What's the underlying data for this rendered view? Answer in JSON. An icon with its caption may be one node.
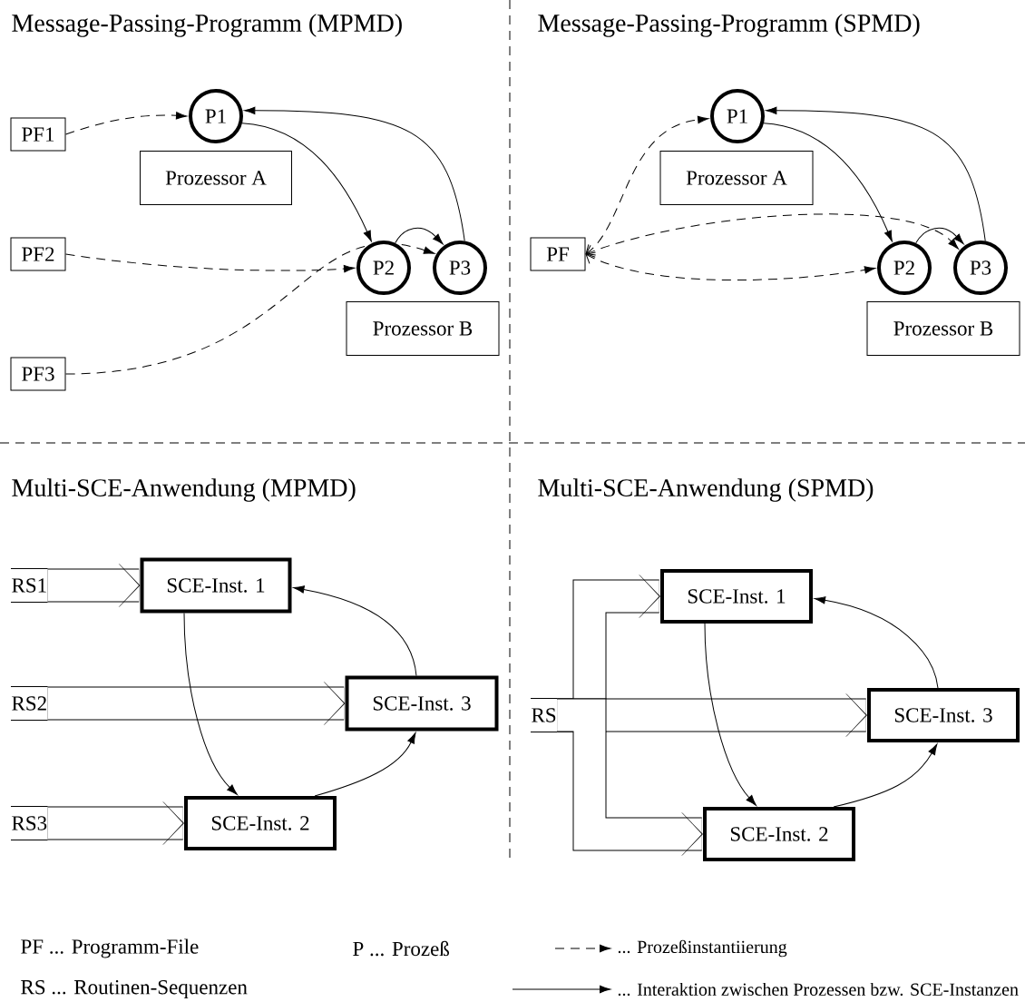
{
  "diagram": {
    "nodes": [
      {
        "text": [
          "PF1"
        ]
      },
      {
        "text": [
          "PF2"
        ]
      },
      {
        "text": [
          "PF3"
        ]
      },
      {
        "text": [
          "P1"
        ]
      },
      {
        "text": [
          "Prozessor A"
        ]
      },
      {
        "text": [
          "P2"
        ]
      },
      {
        "text": [
          "P3"
        ]
      },
      {
        "text": [
          "Prozessor B"
        ]
      },
      {
        "text": [
          "PF"
        ]
      },
      {
        "text": [
          "P1"
        ]
      },
      {
        "text": [
          "Prozessor A"
        ]
      },
      {
        "text": [
          "P2"
        ]
      },
      {
        "text": [
          "P3"
        ]
      },
      {
        "text": [
          "Prozessor B"
        ]
      },
      {
        "text": [
          "RS1"
        ]
      },
      {
        "text": [
          "SCE-Inst. 1"
        ]
      },
      {
        "text": [
          "RS2"
        ]
      },
      {
        "text": [
          "SCE-Inst. 3"
        ]
      },
      {
        "text": [
          "RS3"
        ]
      },
      {
        "text": [
          "SCE-Inst. 2"
        ]
      },
      {
        "text": [
          "RS"
        ]
      },
      {
        "text": [
          "SCE-Inst. 1"
        ]
      },
      {
        "text": [
          "SCE-Inst. 3"
        ]
      },
      {
        "text": [
          "SCE-Inst. 2"
        ]
      }
    ],
    "edges": [
      {
        "from": 0,
        "to": 3,
        "arrow": "to",
        "style": "dashed"
      },
      {
        "from": 1,
        "to": 5,
        "arrow": "to",
        "style": "dashed"
      },
      {
        "from": 2,
        "to": 6,
        "arrow": "to",
        "style": "dashed"
      },
      {
        "from": 3,
        "to": 5,
        "arrow": "to"
      },
      {
        "from": 6,
        "to": 3,
        "arrow": "to"
      },
      {
        "from": 5,
        "to": 6,
        "arrow": "to"
      },
      {
        "from": 8,
        "to": 9,
        "arrow": "both",
        "style": "dashed"
      },
      {
        "from": 8,
        "to": 11,
        "arrow": "both",
        "style": "dashed"
      },
      {
        "from": 8,
        "to": 12,
        "arrow": "both",
        "style": "dashed"
      },
      {
        "from": 9,
        "to": 11,
        "arrow": "to"
      },
      {
        "from": 12,
        "to": 9,
        "arrow": "to"
      },
      {
        "from": 11,
        "to": 12,
        "arrow": "to"
      },
      {
        "from": 14,
        "to": 15,
        "arrow": "to",
        "style": "thick"
      },
      {
        "from": 16,
        "to": 17,
        "arrow": "to",
        "style": "thick"
      },
      {
        "from": 18,
        "to": 19,
        "arrow": "to",
        "style": "thick"
      },
      {
        "from": 15,
        "to": 19,
        "arrow": "to"
      },
      {
        "from": 19,
        "to": 17,
        "arrow": "to"
      },
      {
        "from": 17,
        "to": 15,
        "arrow": "to"
      },
      {
        "from": 20,
        "to": 21,
        "arrow": "to",
        "style": "thick"
      },
      {
        "from": 20,
        "to": 22,
        "arrow": "to",
        "style": "thick"
      },
      {
        "from": 20,
        "to": 23,
        "arrow": "to",
        "style": "thick"
      },
      {
        "from": 21,
        "to": 23,
        "arrow": "to"
      },
      {
        "from": 23,
        "to": 22,
        "arrow": "to"
      },
      {
        "from": 22,
        "to": 21,
        "arrow": "to"
      }
    ],
    "labels": [
      "Message-Passing-Programm (MPMD)",
      "Message-Passing-Programm (SPMD)",
      "Multi-SCE-Anwendung (MPMD)",
      "Multi-SCE-Anwendung (SPMD)",
      "PF ... Programm-File",
      "P ... Prozeß",
      "RS ... Routinen-Sequenzen"
    ],
    "legend": [
      {
        "text": "... Prozeßinstantiierung"
      },
      {
        "text": "... Interaktion zwischen Prozessen bzw. SCE-Instanzen"
      }
    ]
  }
}
